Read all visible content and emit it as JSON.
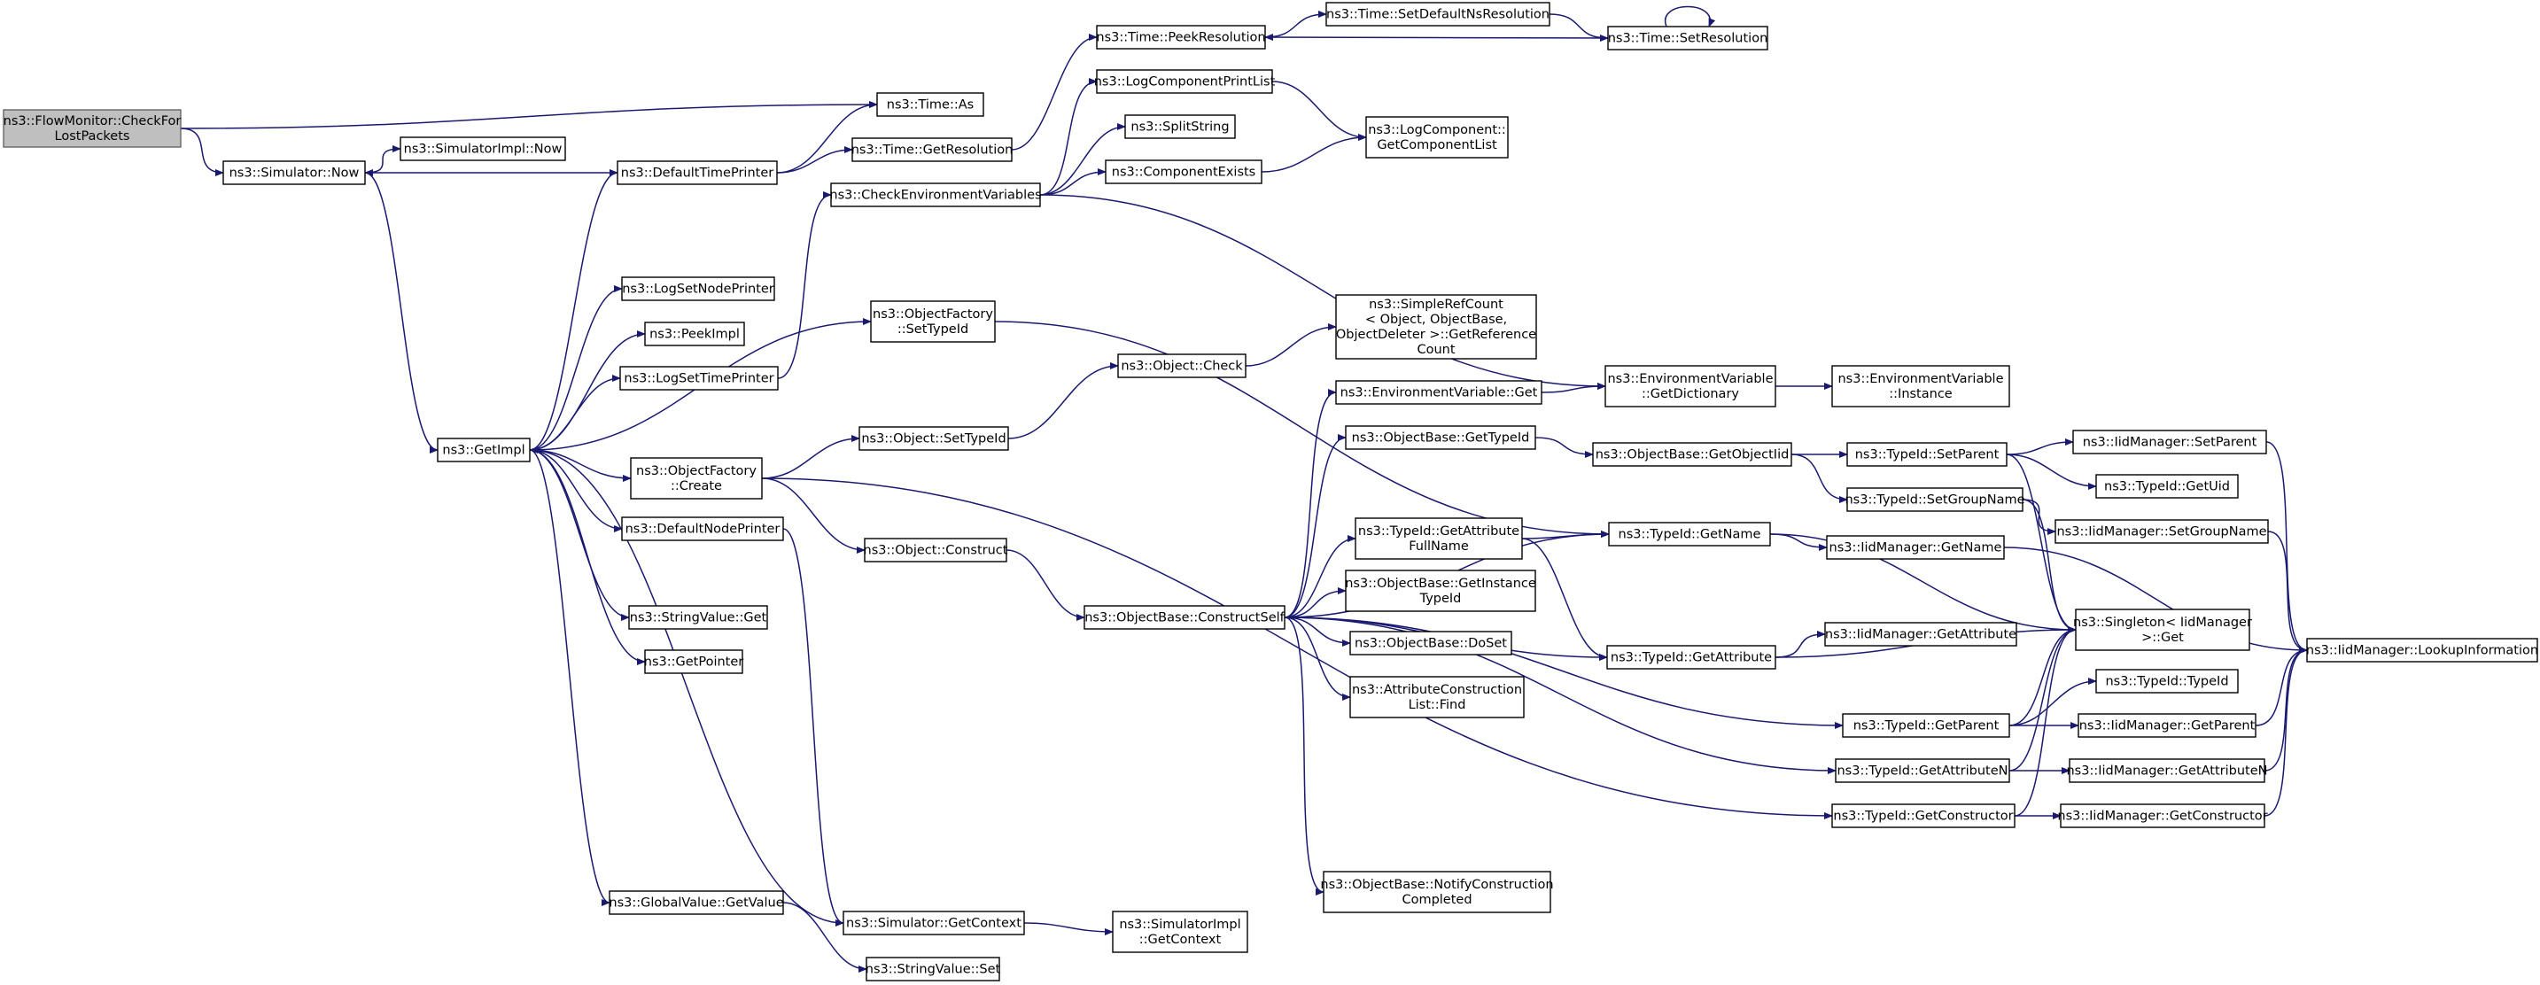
{
  "colors": {
    "edge": "#191970",
    "root_fill": "#bfbfbf",
    "node_fill": "#ffffff",
    "border": "#000000"
  },
  "nodes": [
    {
      "id": "checkforlost",
      "lines": [
        "ns3::FlowMonitor::CheckFor",
        "LostPackets"
      ],
      "root": true
    },
    {
      "id": "simnow",
      "lines": [
        "ns3::Simulator::Now"
      ]
    },
    {
      "id": "simimplnow",
      "lines": [
        "ns3::SimulatorImpl::Now"
      ]
    },
    {
      "id": "timeas",
      "lines": [
        "ns3::Time::As"
      ]
    },
    {
      "id": "defaulttimeprinter",
      "lines": [
        "ns3::DefaultTimePrinter"
      ]
    },
    {
      "id": "timegetres",
      "lines": [
        "ns3::Time::GetResolution"
      ]
    },
    {
      "id": "peekres",
      "lines": [
        "ns3::Time::PeekResolution"
      ]
    },
    {
      "id": "setdefaultns",
      "lines": [
        "ns3::Time::SetDefaultNsResolution"
      ]
    },
    {
      "id": "setres",
      "lines": [
        "ns3::Time::SetResolution"
      ]
    },
    {
      "id": "logprintlist",
      "lines": [
        "ns3::LogComponentPrintList"
      ]
    },
    {
      "id": "splitstring",
      "lines": [
        "ns3::SplitString"
      ]
    },
    {
      "id": "componentexists",
      "lines": [
        "ns3::ComponentExists"
      ]
    },
    {
      "id": "logcomplist",
      "lines": [
        "ns3::LogComponent::",
        "GetComponentList"
      ]
    },
    {
      "id": "checkenv",
      "lines": [
        "ns3::CheckEnvironmentVariables"
      ]
    },
    {
      "id": "getimpl",
      "lines": [
        "ns3::GetImpl"
      ]
    },
    {
      "id": "logsetnode",
      "lines": [
        "ns3::LogSetNodePrinter"
      ]
    },
    {
      "id": "peekimpl",
      "lines": [
        "ns3::PeekImpl"
      ]
    },
    {
      "id": "logsettime",
      "lines": [
        "ns3::LogSetTimePrinter"
      ]
    },
    {
      "id": "ofsettypeid",
      "lines": [
        "ns3::ObjectFactory",
        "::SetTypeId"
      ]
    },
    {
      "id": "simplerefcount",
      "lines": [
        "ns3::SimpleRefCount",
        "< Object, ObjectBase,",
        "ObjectDeleter >::GetReference",
        "Count"
      ]
    },
    {
      "id": "objcheck",
      "lines": [
        "ns3::Object::Check"
      ]
    },
    {
      "id": "envget",
      "lines": [
        "ns3::EnvironmentVariable::Get"
      ]
    },
    {
      "id": "envgetdict",
      "lines": [
        "ns3::EnvironmentVariable",
        "::GetDictionary"
      ]
    },
    {
      "id": "envinstance",
      "lines": [
        "ns3::EnvironmentVariable",
        "::Instance"
      ]
    },
    {
      "id": "ofcreate",
      "lines": [
        "ns3::ObjectFactory",
        "::Create"
      ]
    },
    {
      "id": "objsettypeid",
      "lines": [
        "ns3::Object::SetTypeId"
      ]
    },
    {
      "id": "obgettypeid",
      "lines": [
        "ns3::ObjectBase::GetTypeId"
      ]
    },
    {
      "id": "obgetobjectiid",
      "lines": [
        "ns3::ObjectBase::GetObjectIid"
      ]
    },
    {
      "id": "tidsetparent",
      "lines": [
        "ns3::TypeId::SetParent"
      ]
    },
    {
      "id": "iidsetparent",
      "lines": [
        "ns3::IidManager::SetParent"
      ]
    },
    {
      "id": "tidgetuid",
      "lines": [
        "ns3::TypeId::GetUid"
      ]
    },
    {
      "id": "tidsetgroupname",
      "lines": [
        "ns3::TypeId::SetGroupName"
      ]
    },
    {
      "id": "iidsetgroupname",
      "lines": [
        "ns3::IidManager::SetGroupName"
      ]
    },
    {
      "id": "defaultnodeprinter",
      "lines": [
        "ns3::DefaultNodePrinter"
      ]
    },
    {
      "id": "tidgetattrfull",
      "lines": [
        "ns3::TypeId::GetAttribute",
        "FullName"
      ]
    },
    {
      "id": "tidgetname",
      "lines": [
        "ns3::TypeId::GetName"
      ]
    },
    {
      "id": "iidgetname",
      "lines": [
        "ns3::IidManager::GetName"
      ]
    },
    {
      "id": "objconstruct",
      "lines": [
        "ns3::Object::Construct"
      ]
    },
    {
      "id": "obgetinstance",
      "lines": [
        "ns3::ObjectBase::GetInstance",
        "TypeId"
      ]
    },
    {
      "id": "obconstructself",
      "lines": [
        "ns3::ObjectBase::ConstructSelf"
      ]
    },
    {
      "id": "stringvalueget",
      "lines": [
        "ns3::StringValue::Get"
      ]
    },
    {
      "id": "singletonget",
      "lines": [
        "ns3::Singleton< IidManager",
        ">::Get"
      ]
    },
    {
      "id": "obdoset",
      "lines": [
        "ns3::ObjectBase::DoSet"
      ]
    },
    {
      "id": "iidgetattr",
      "lines": [
        "ns3::IidManager::GetAttribute"
      ]
    },
    {
      "id": "iidlookup",
      "lines": [
        "ns3::IidManager::LookupInformation"
      ]
    },
    {
      "id": "getpointer",
      "lines": [
        "ns3::GetPointer"
      ]
    },
    {
      "id": "tidgetattr",
      "lines": [
        "ns3::TypeId::GetAttribute"
      ]
    },
    {
      "id": "attrconsfind",
      "lines": [
        "ns3::AttributeConstruction",
        "List::Find"
      ]
    },
    {
      "id": "tidtypeid",
      "lines": [
        "ns3::TypeId::TypeId"
      ]
    },
    {
      "id": "tidgetparent",
      "lines": [
        "ns3::TypeId::GetParent"
      ]
    },
    {
      "id": "iidgetparent",
      "lines": [
        "ns3::IidManager::GetParent"
      ]
    },
    {
      "id": "tidgetattrn",
      "lines": [
        "ns3::TypeId::GetAttributeN"
      ]
    },
    {
      "id": "iidgetattrn",
      "lines": [
        "ns3::IidManager::GetAttributeN"
      ]
    },
    {
      "id": "tidgetcons",
      "lines": [
        "ns3::TypeId::GetConstructor"
      ]
    },
    {
      "id": "iidgetcons",
      "lines": [
        "ns3::IidManager::GetConstructor"
      ]
    },
    {
      "id": "obnotify",
      "lines": [
        "ns3::ObjectBase::NotifyConstruction",
        "Completed"
      ]
    },
    {
      "id": "globalgetvalue",
      "lines": [
        "ns3::GlobalValue::GetValue"
      ]
    },
    {
      "id": "simgetcontext",
      "lines": [
        "ns3::Simulator::GetContext"
      ]
    },
    {
      "id": "simimplgetcontext",
      "lines": [
        "ns3::SimulatorImpl",
        "::GetContext"
      ]
    },
    {
      "id": "stringvalueset",
      "lines": [
        "ns3::StringValue::Set"
      ]
    }
  ],
  "edges": [
    [
      "checkforlost",
      "simnow"
    ],
    [
      "checkforlost",
      "timeas"
    ],
    [
      "simnow",
      "simimplnow"
    ],
    [
      "simnow",
      "getimpl"
    ],
    [
      "defaulttimeprinter",
      "simnow"
    ],
    [
      "defaulttimeprinter",
      "timeas"
    ],
    [
      "defaulttimeprinter",
      "timegetres"
    ],
    [
      "timegetres",
      "peekres"
    ],
    [
      "peekres",
      "setdefaultns"
    ],
    [
      "setdefaultns",
      "setres"
    ],
    [
      "setres",
      "peekres"
    ],
    [
      "setres",
      "setres"
    ],
    [
      "checkenv",
      "logprintlist"
    ],
    [
      "checkenv",
      "splitstring"
    ],
    [
      "checkenv",
      "componentexists"
    ],
    [
      "checkenv",
      "envgetdict"
    ],
    [
      "logprintlist",
      "logcomplist"
    ],
    [
      "componentexists",
      "logcomplist"
    ],
    [
      "getimpl",
      "defaulttimeprinter"
    ],
    [
      "getimpl",
      "logsetnode"
    ],
    [
      "getimpl",
      "peekimpl"
    ],
    [
      "getimpl",
      "logsettime"
    ],
    [
      "getimpl",
      "ofsettypeid"
    ],
    [
      "getimpl",
      "ofcreate"
    ],
    [
      "getimpl",
      "defaultnodeprinter"
    ],
    [
      "getimpl",
      "stringvalueget"
    ],
    [
      "getimpl",
      "getpointer"
    ],
    [
      "getimpl",
      "globalgetvalue"
    ],
    [
      "logsettime",
      "checkenv"
    ],
    [
      "ofsettypeid",
      "tidgetname"
    ],
    [
      "ofcreate",
      "objsettypeid"
    ],
    [
      "ofcreate",
      "objconstruct"
    ],
    [
      "ofcreate",
      "tidgetcons"
    ],
    [
      "objsettypeid",
      "objcheck"
    ],
    [
      "objcheck",
      "simplerefcount"
    ],
    [
      "objconstruct",
      "obconstructself"
    ],
    [
      "envget",
      "envgetdict"
    ],
    [
      "envgetdict",
      "envinstance"
    ],
    [
      "obgettypeid",
      "obgetobjectiid"
    ],
    [
      "obgetobjectiid",
      "tidsetparent"
    ],
    [
      "obgetobjectiid",
      "tidsetgroupname"
    ],
    [
      "tidsetparent",
      "iidsetparent"
    ],
    [
      "tidsetparent",
      "tidgetuid"
    ],
    [
      "tidsetparent",
      "singletonget"
    ],
    [
      "tidsetgroupname",
      "iidsetgroupname"
    ],
    [
      "tidsetgroupname",
      "singletonget"
    ],
    [
      "tidgetattrfull",
      "tidgetname"
    ],
    [
      "tidgetattrfull",
      "tidgetattr"
    ],
    [
      "tidgetname",
      "iidgetname"
    ],
    [
      "tidgetname",
      "singletonget"
    ],
    [
      "obconstructself",
      "envget"
    ],
    [
      "obconstructself",
      "obgettypeid"
    ],
    [
      "obconstructself",
      "tidgetname"
    ],
    [
      "obconstructself",
      "tidgetattrfull"
    ],
    [
      "obconstructself",
      "obgetinstance"
    ],
    [
      "obconstructself",
      "obdoset"
    ],
    [
      "obconstructself",
      "attrconsfind"
    ],
    [
      "obconstructself",
      "tidgetattr"
    ],
    [
      "obconstructself",
      "tidgetparent"
    ],
    [
      "obconstructself",
      "tidgetattrn"
    ],
    [
      "obconstructself",
      "obnotify"
    ],
    [
      "tidgetattr",
      "iidgetattr"
    ],
    [
      "tidgetattr",
      "singletonget"
    ],
    [
      "tidgetparent",
      "tidtypeid"
    ],
    [
      "tidgetparent",
      "iidgetparent"
    ],
    [
      "tidgetparent",
      "singletonget"
    ],
    [
      "tidgetattrn",
      "iidgetattrn"
    ],
    [
      "tidgetattrn",
      "singletonget"
    ],
    [
      "tidgetcons",
      "iidgetcons"
    ],
    [
      "tidgetcons",
      "singletonget"
    ],
    [
      "iidsetparent",
      "iidlookup"
    ],
    [
      "iidsetgroupname",
      "iidlookup"
    ],
    [
      "iidgetname",
      "iidlookup"
    ],
    [
      "iidgetparent",
      "iidlookup"
    ],
    [
      "iidgetattrn",
      "iidlookup"
    ],
    [
      "iidgetcons",
      "iidlookup"
    ],
    [
      "defaultnodeprinter",
      "simgetcontext"
    ],
    [
      "globalgetvalue",
      "stringvalueset"
    ],
    [
      "simgetcontext",
      "simimplgetcontext"
    ],
    [
      "simgetcontext",
      "getimpl"
    ]
  ]
}
